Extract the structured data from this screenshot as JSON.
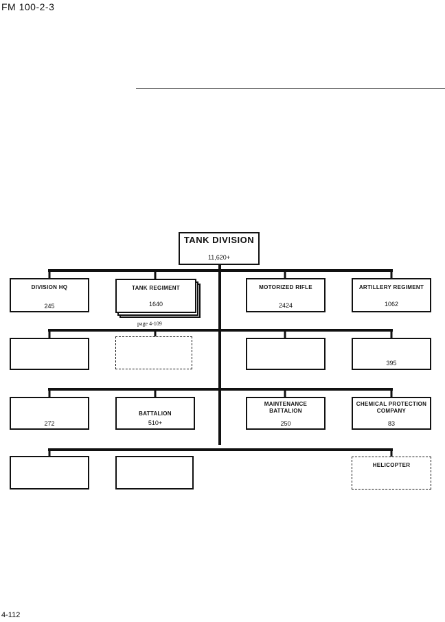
{
  "header": {
    "doc_code": "FM 100-2-3"
  },
  "footer": {
    "page_number": "4-112"
  },
  "chart": {
    "root": {
      "title": "TANK DIVISION",
      "count": "11,620+"
    },
    "row1": [
      {
        "label": "DIVISION HQ",
        "count": "245"
      },
      {
        "label": "TANK REGIMENT",
        "count": "1640",
        "note": "page 4-109"
      },
      {
        "label": "MOTORIZED RIFLE",
        "count": "2424"
      },
      {
        "label": "ARTILLERY REGIMENT",
        "count": "1062"
      }
    ],
    "row2": [
      {
        "label": "",
        "count": ""
      },
      {
        "label": "",
        "count": ""
      },
      {
        "label": "",
        "count": ""
      },
      {
        "label": "",
        "count": "395"
      }
    ],
    "row3": [
      {
        "label": "",
        "count": "272"
      },
      {
        "label": "BATTALION",
        "count": "510+"
      },
      {
        "label": "MAINTENANCE\nBATTALION",
        "count": "250"
      },
      {
        "label": "CHEMICAL PROTECTION\nCOMPANY",
        "count": "83"
      }
    ],
    "row4": [
      {
        "label": "",
        "count": ""
      },
      {
        "label": "",
        "count": ""
      },
      {
        "label": "HELICOPTER",
        "count": ""
      }
    ]
  }
}
